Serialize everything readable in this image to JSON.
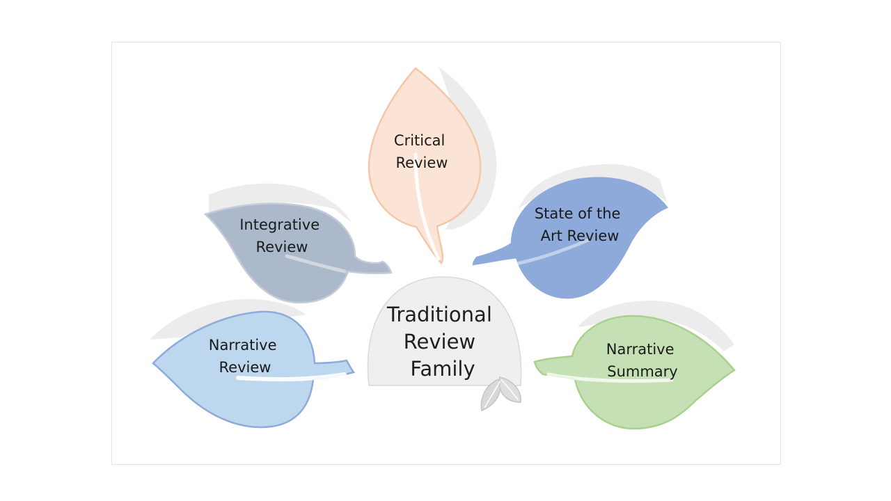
{
  "diagram": {
    "center": {
      "lines": [
        "Traditional",
        "Review",
        "Family"
      ],
      "color": "#efefef"
    },
    "leaves": [
      {
        "id": "critical",
        "lines": [
          "Critical",
          "Review"
        ],
        "fill": "#fbe4d5",
        "stroke": "#f4c7a8"
      },
      {
        "id": "integrative",
        "lines": [
          "Integrative",
          "Review"
        ],
        "fill": "#acb9ca",
        "stroke": "#c3ccd8"
      },
      {
        "id": "state-of-the-art",
        "lines": [
          "State of the",
          "Art Review"
        ],
        "fill": "#8eaadb",
        "stroke": "#8eaadb"
      },
      {
        "id": "narrative-review",
        "lines": [
          "Narrative",
          "Review"
        ],
        "fill": "#bdd7ee",
        "stroke": "#8eaadb"
      },
      {
        "id": "narrative-summary",
        "lines": [
          "Narrative",
          "Summary"
        ],
        "fill": "#c5e0b4",
        "stroke": "#a9d18e"
      }
    ],
    "frame_color": "#e3e3e3",
    "shadow_color": "#ececec"
  }
}
